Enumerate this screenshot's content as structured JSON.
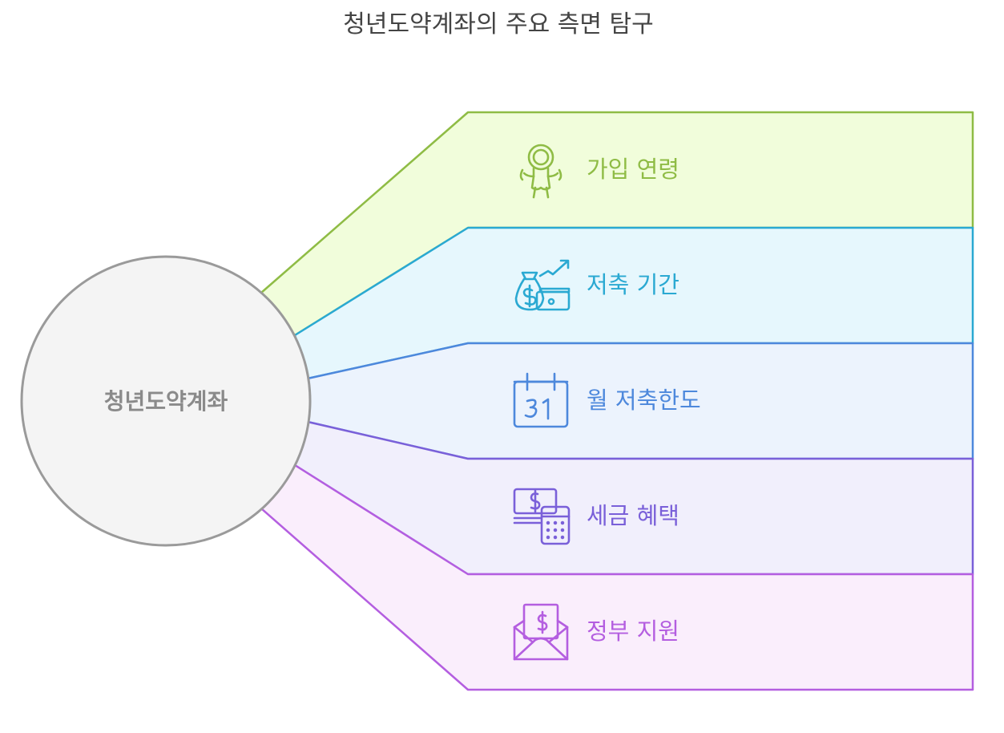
{
  "title": "청년도약계좌의 주요 측면 탐구",
  "hub": {
    "label": "청년도약계좌"
  },
  "branches": [
    {
      "label": "가입 연령",
      "icon": "child-icon",
      "stroke": "#8fbc45",
      "fill": "#f1fddb",
      "text": "#8fbc45"
    },
    {
      "label": "저축 기간",
      "icon": "money-growth-icon",
      "stroke": "#2aa9d2",
      "fill": "#e6f7fd",
      "text": "#2aa9d2"
    },
    {
      "label": "월 저축한도",
      "icon": "calendar-icon",
      "stroke": "#4d88dc",
      "fill": "#ecf3fd",
      "text": "#4d88dc"
    },
    {
      "label": "세금 혜택",
      "icon": "calculator-money-icon",
      "stroke": "#7a60d9",
      "fill": "#f1effc",
      "text": "#7a60d9"
    },
    {
      "label": "정부 지원",
      "icon": "money-envelope-icon",
      "stroke": "#b45ee0",
      "fill": "#faeefc",
      "text": "#b45ee0"
    }
  ]
}
